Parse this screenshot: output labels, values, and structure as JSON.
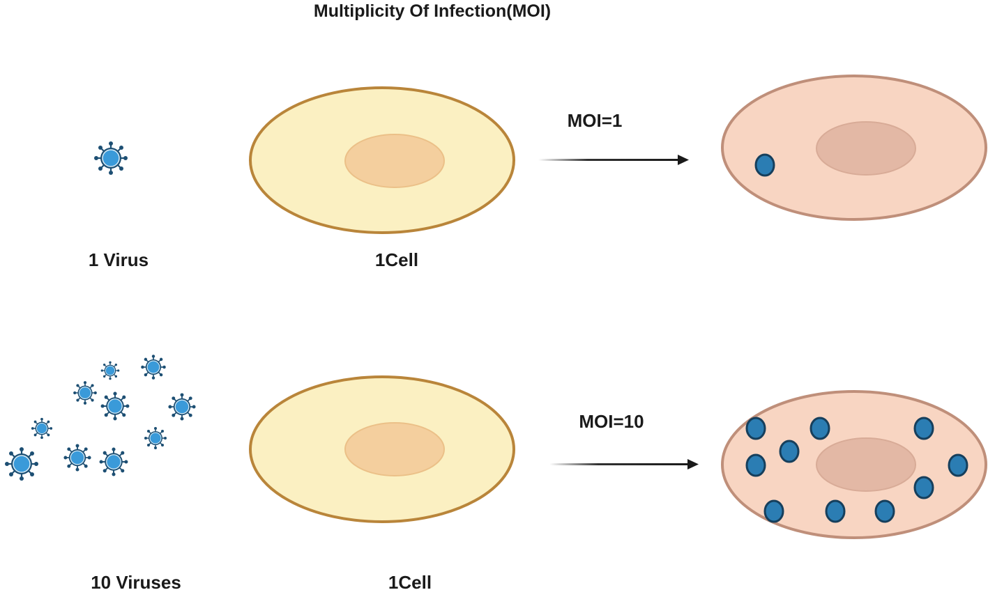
{
  "title": "Multiplicity Of Infection(MOI)",
  "rows": [
    {
      "virus_label": "1 Virus",
      "cell_label": "1Cell",
      "moi_label": "MOI=1",
      "virus_count": 1,
      "infected_count": 1
    },
    {
      "virus_label": "10 Viruses",
      "cell_label": "1Cell",
      "moi_label": "MOI=10",
      "virus_count": 10,
      "infected_count": 10
    }
  ],
  "colors": {
    "virus": "#2e86c1",
    "virus_dark": "#1d4f73",
    "cell_fill": "#fbf0c2",
    "cell_border": "#b9853a",
    "nucleus": "#f4cf9e",
    "infected_fill": "#f8d5c2",
    "infected_border": "#bf8f7a",
    "infected_nucleus": "#e3b8a5",
    "arrow": "#1a1a1a"
  }
}
